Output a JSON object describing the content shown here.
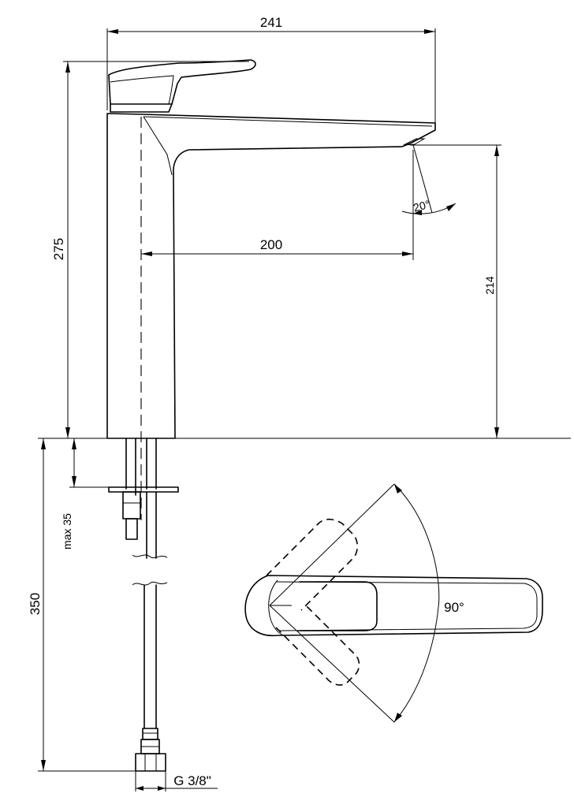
{
  "dimensions": {
    "overall_width": "241",
    "overall_height": "275",
    "spout_reach": "200",
    "spout_height": "214",
    "spout_angle": "20°",
    "max_counter_thickness": "max 35",
    "hose_length": "350",
    "connection_thread": "G 3/8\"",
    "handle_rotation": "90°"
  }
}
